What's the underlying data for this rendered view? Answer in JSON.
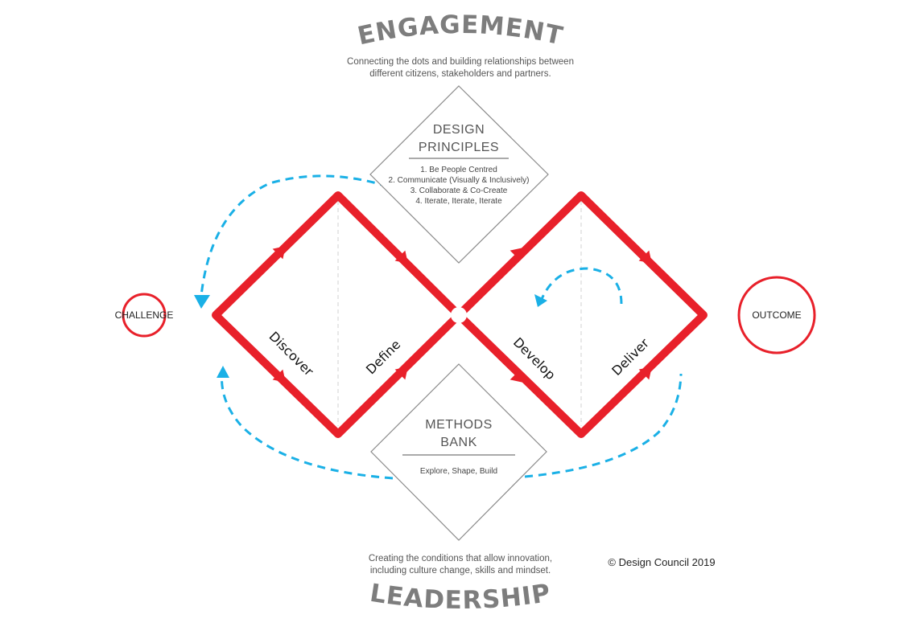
{
  "engagement": {
    "title": "ENGAGEMENT",
    "caption_line1": "Connecting the dots and building relationships between",
    "caption_line2": "different citizens, stakeholders and partners."
  },
  "design_principles": {
    "title_line1": "DESIGN",
    "title_line2": "PRINCIPLES",
    "items": [
      "1. Be People Centred",
      "2. Communicate (Visually & Inclusively)",
      "3. Collaborate & Co-Create",
      "4. Iterate, Iterate, Iterate"
    ]
  },
  "methods_bank": {
    "title_line1": "METHODS",
    "title_line2": "BANK",
    "subtitle": "Explore, Shape, Build"
  },
  "phases": {
    "discover": "Discover",
    "define": "Define",
    "develop": "Develop",
    "deliver": "Deliver"
  },
  "challenge": "CHALLENGE",
  "outcome": "OUTCOME",
  "leadership": {
    "title": "LEADERSHIP",
    "caption_line1": "Creating the conditions that allow innovation,",
    "caption_line2": "including culture change, skills and mindset."
  },
  "copyright": "© Design Council 2019",
  "colors": {
    "diamond_red": "#e8202a",
    "loop_blue": "#1ab0e6",
    "box_grey": "#8a8a8a",
    "title_grey": "#7d7d7d"
  }
}
